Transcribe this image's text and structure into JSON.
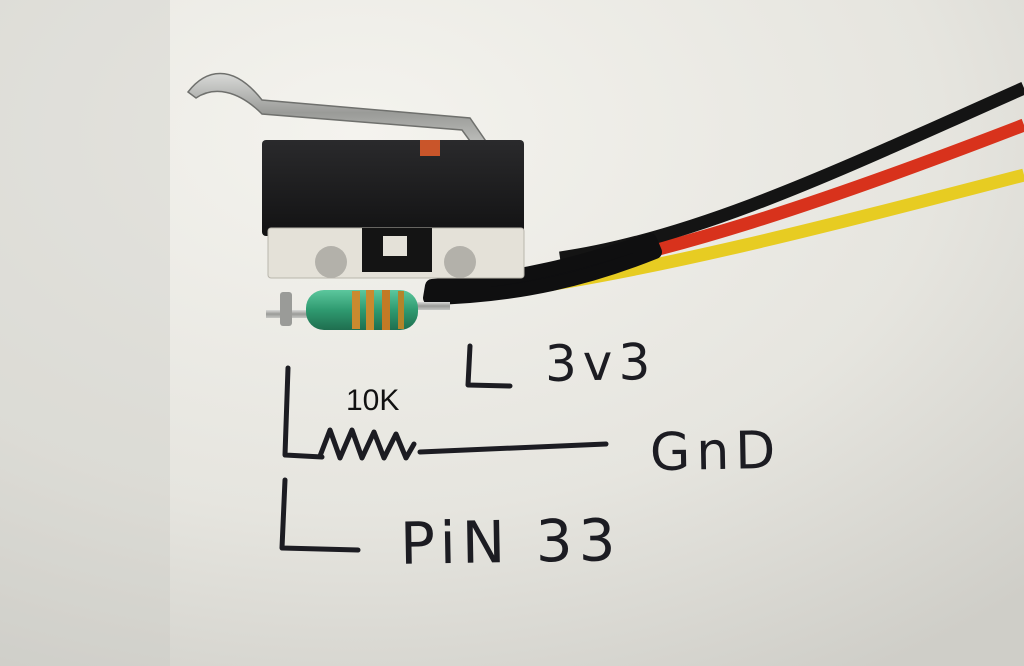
{
  "photo": {
    "paper_color": "#e9e8e2",
    "wire_colors": {
      "black": "#141414",
      "red": "#d8321c",
      "yellow": "#e7cc22"
    },
    "resistor_color": "#3aa57c"
  },
  "labels": {
    "resistor_value": "10K",
    "power": "3v3",
    "ground": "GnD",
    "pin": "PiN 33"
  }
}
